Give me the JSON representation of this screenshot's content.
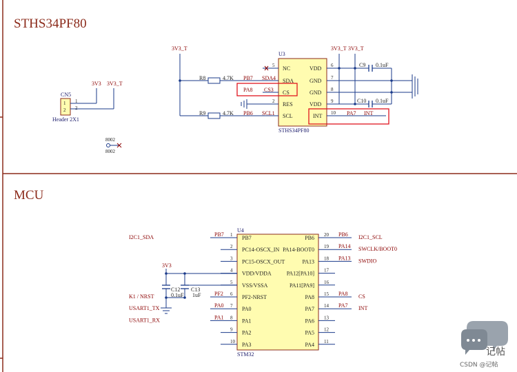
{
  "sections": {
    "sensor_title": "STHS34PF80",
    "mcu_title": "MCU"
  },
  "sensor": {
    "ref": "U3",
    "part": "STHS34PF80",
    "left_pins": [
      {
        "num": "5",
        "name": "NC"
      },
      {
        "num": "",
        "name": "SDA"
      },
      {
        "num": "",
        "name": "CS"
      },
      {
        "num": "2",
        "name": "RES"
      },
      {
        "num": "",
        "name": "SCL"
      }
    ],
    "right_pins": [
      {
        "num": "6",
        "name": "VDD"
      },
      {
        "num": "7",
        "name": "GND"
      },
      {
        "num": "8",
        "name": "GND"
      },
      {
        "num": "9",
        "name": "VDD"
      },
      {
        "num": "10",
        "name": "INT"
      }
    ],
    "nets": {
      "sda_net": "SDA4",
      "sda_port": "PB7",
      "cs_net": "CS3",
      "cs_port": "PA8",
      "scl_net": "SCL1",
      "scl_port": "PB6",
      "int_port": "PA7",
      "int_net": "INT"
    },
    "power_left": "3V3_T",
    "power_right_1": "3V3_T",
    "power_right_2": "3V3_T",
    "r8": {
      "ref": "R8",
      "value": "4.7K"
    },
    "r9": {
      "ref": "R9",
      "value": "4.7K"
    },
    "c9": {
      "ref": "C9",
      "value": "0.1uF"
    },
    "c10": {
      "ref": "C10",
      "value": "0.1uF"
    }
  },
  "connector": {
    "ref": "CN5",
    "part": "Header 2X1",
    "pins": [
      "1",
      "2"
    ],
    "pin_labels": [
      "1",
      "2"
    ],
    "power_1": "3V3",
    "power_2": "3V3_T"
  },
  "testpoint": {
    "top": "8002",
    "bottom": "8002"
  },
  "mcu": {
    "ref": "U4",
    "part": "STM32",
    "left_pins": [
      {
        "num": "1",
        "name": "PB7",
        "port": "PB7",
        "net": "I2C1_SDA"
      },
      {
        "num": "2",
        "name": "PC14-OSCX_IN",
        "port": "",
        "net": ""
      },
      {
        "num": "3",
        "name": "PC15-OSCX_OUT",
        "port": "",
        "net": ""
      },
      {
        "num": "4",
        "name": "VDD/VDDA",
        "port": "",
        "net": ""
      },
      {
        "num": "5",
        "name": "VSS/VSSA",
        "port": "",
        "net": ""
      },
      {
        "num": "6",
        "name": "PF2-NRST",
        "port": "PF2",
        "net": "K1  /  NRST"
      },
      {
        "num": "7",
        "name": "PA0",
        "port": "PA0",
        "net": "USART1_TX"
      },
      {
        "num": "8",
        "name": "PA1",
        "port": "PA1",
        "net": "USART1_RX"
      },
      {
        "num": "9",
        "name": "PA2",
        "port": "",
        "net": ""
      },
      {
        "num": "10",
        "name": "PA3",
        "port": "",
        "net": ""
      }
    ],
    "right_pins": [
      {
        "num": "20",
        "name": "PB6",
        "port": "PB6",
        "net": "I2C1_SCL"
      },
      {
        "num": "19",
        "name": "PA14-BOOT0",
        "port": "PA14",
        "net": "SWCLK/BOOT0"
      },
      {
        "num": "18",
        "name": "PA13",
        "port": "PA13",
        "net": "SWDIO"
      },
      {
        "num": "17",
        "name": "PA12[PA10]",
        "port": "",
        "net": ""
      },
      {
        "num": "16",
        "name": "PA11[PA9]",
        "port": "",
        "net": ""
      },
      {
        "num": "15",
        "name": "PA8",
        "port": "PA8",
        "net": "CS"
      },
      {
        "num": "14",
        "name": "PA7",
        "port": "PA7",
        "net": "INT"
      },
      {
        "num": "13",
        "name": "PA6",
        "port": "",
        "net": ""
      },
      {
        "num": "12",
        "name": "PA5",
        "port": "",
        "net": ""
      },
      {
        "num": "11",
        "name": "PA4",
        "port": "",
        "net": ""
      }
    ],
    "power": "3V3",
    "c12": {
      "ref": "C12",
      "value": "0.1uF"
    },
    "c13": {
      "ref": "C13",
      "value": "1uF"
    }
  },
  "watermark": {
    "brand": "记帖",
    "footer": "CSDN @记帖"
  },
  "colors": {
    "border": "#8b2a1a",
    "wire": "#1a3a8a",
    "net": "#8b0000",
    "ic_fill": "#fffcb0",
    "highlight": "#e0141e"
  }
}
